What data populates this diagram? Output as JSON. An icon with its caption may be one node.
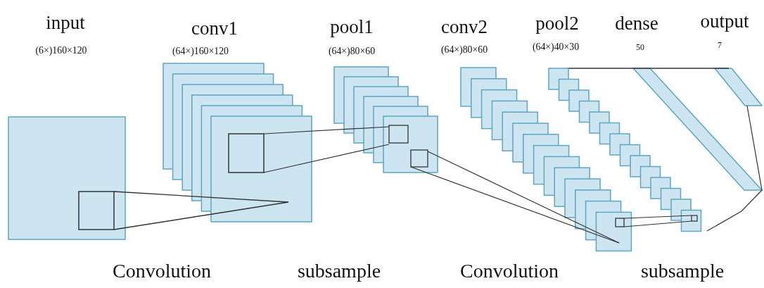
{
  "diagram": {
    "labels": [
      "input",
      "(6×)160×120",
      "conv1",
      "(64×)160×120",
      "pool1",
      "(64×)80×60",
      "conv2",
      "(64×)80×60",
      "pool2",
      "(64×)40×30",
      "dense",
      "50",
      "output",
      "7",
      "Convolution",
      "subsample",
      "Convolution",
      "subsample"
    ]
  }
}
